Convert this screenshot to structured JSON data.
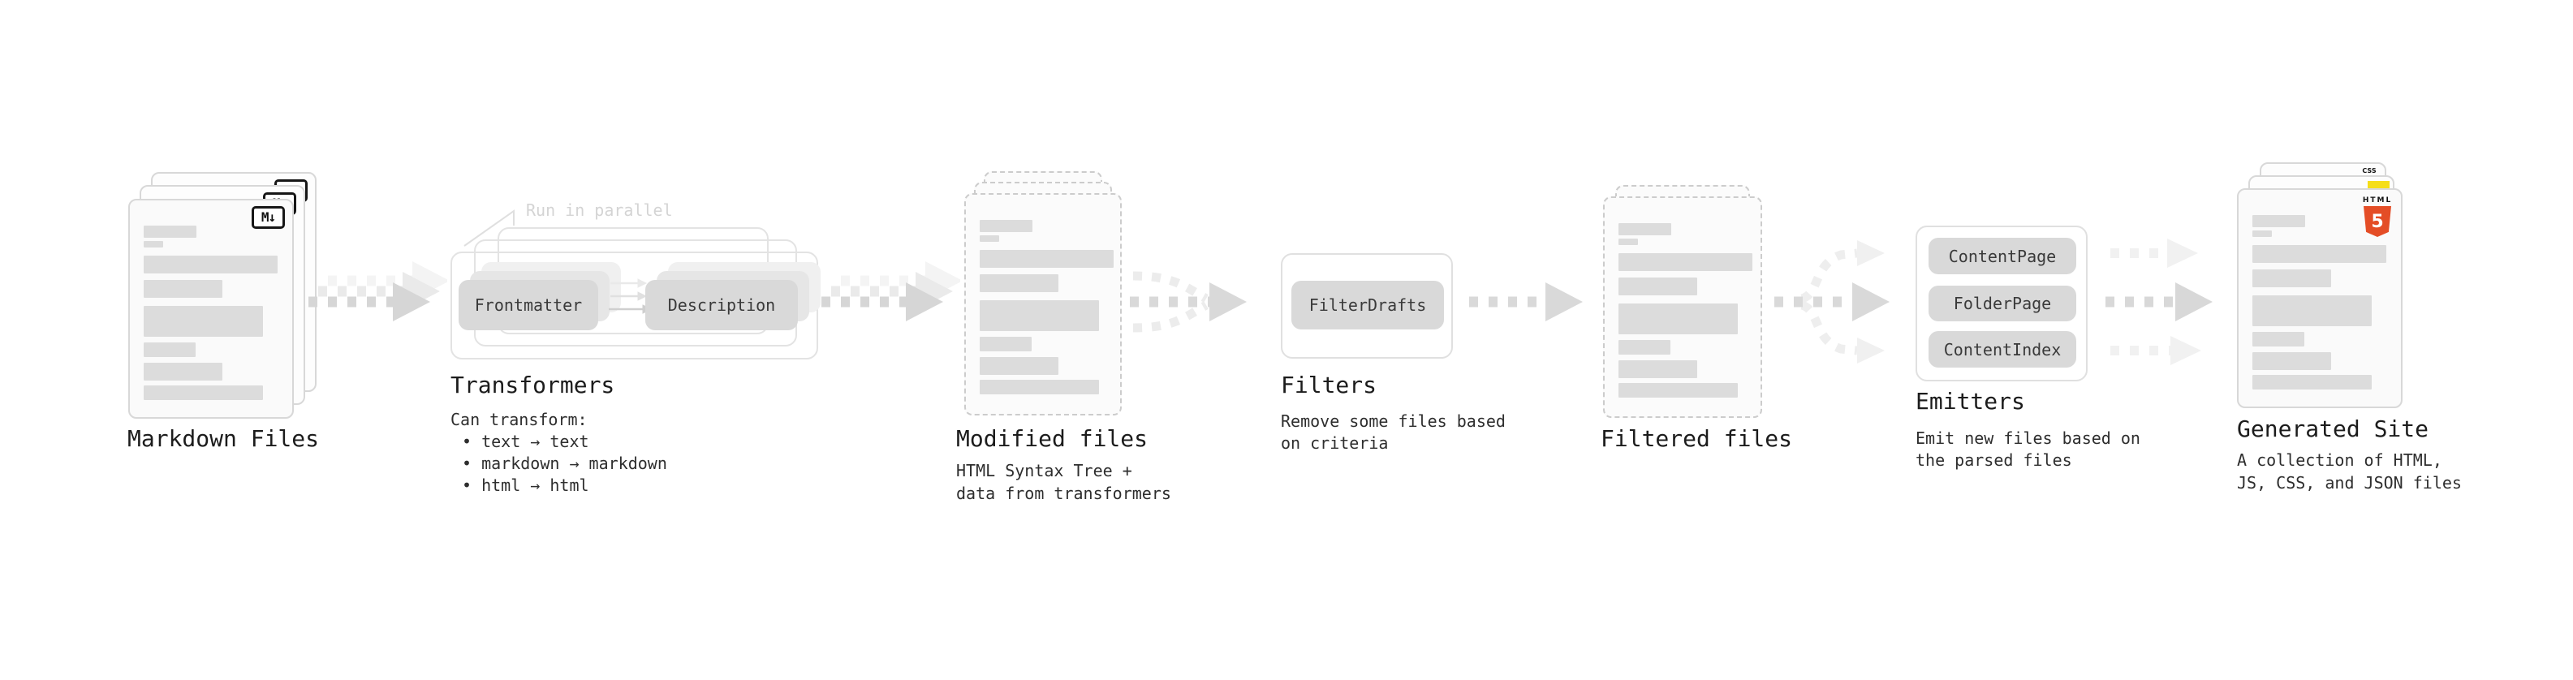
{
  "stages": {
    "markdown": {
      "label": "Markdown Files"
    },
    "transformers": {
      "label": "Transformers",
      "annotation": "Run in parallel",
      "pill_frontmatter": "Frontmatter",
      "pill_description": "Description",
      "note_heading": "Can transform:",
      "bullet_1": "• text → text",
      "bullet_2": "• markdown → markdown",
      "bullet_3": "• html → html"
    },
    "modified": {
      "label": "Modified files",
      "desc_line1": "HTML Syntax Tree +",
      "desc_line2": "data from transformers"
    },
    "filters": {
      "label": "Filters",
      "pill_filterdrafts": "FilterDrafts",
      "desc_line1": "Remove some files based",
      "desc_line2": "on criteria"
    },
    "filtered": {
      "label": "Filtered files"
    },
    "emitters": {
      "label": "Emitters",
      "pill_contentpage": "ContentPage",
      "pill_folderpage": "FolderPage",
      "pill_contentindex": "ContentIndex",
      "desc_line1": "Emit new files based on",
      "desc_line2": "the parsed files"
    },
    "generated": {
      "label": "Generated Site",
      "desc_line1": "A collection of HTML,",
      "desc_line2": "JS, CSS, and JSON files"
    }
  },
  "badges": {
    "markdown_logo": "M↓",
    "css_label": "CSS",
    "html5_label": "HTML",
    "html5_number": "5"
  },
  "colors": {
    "html5_orange": "#e44d26",
    "js_yellow": "#f5de19",
    "css_blue": "#2965f1",
    "arrow_gray": "#d6d6d6",
    "arrow_light": "#efefef"
  }
}
